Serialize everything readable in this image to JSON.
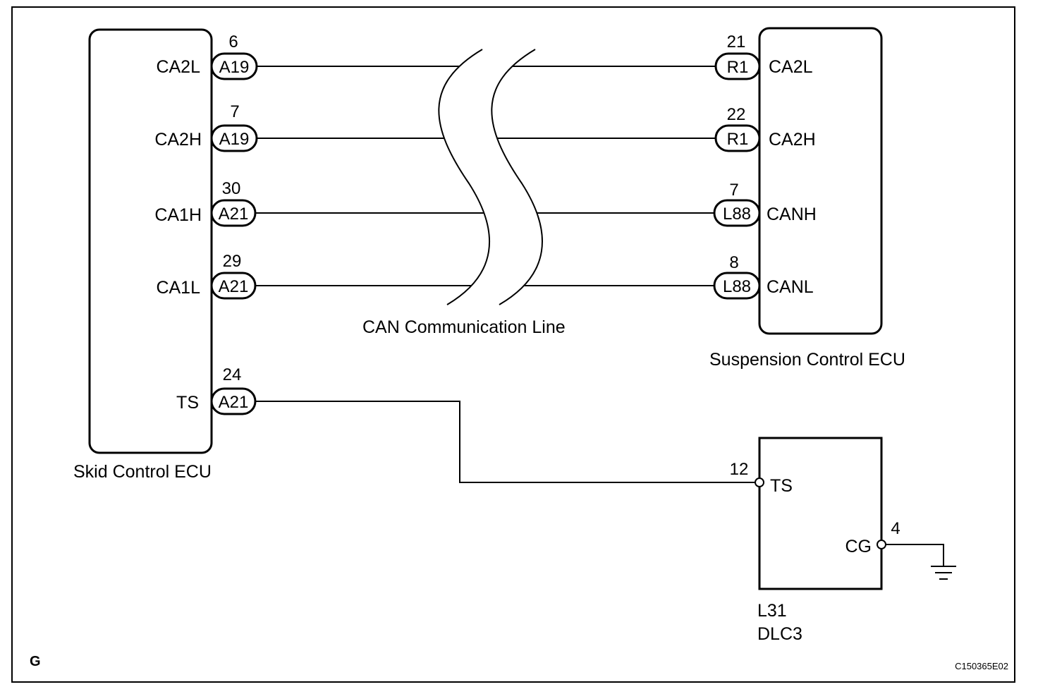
{
  "diagram": {
    "corner_mark": "G",
    "figure_code": "C150365E02",
    "can_line_label": "CAN Communication Line",
    "skid_ecu": {
      "name": "Skid Control ECU",
      "terminals": [
        {
          "label": "CA2L",
          "pin": "6",
          "connector": "A19"
        },
        {
          "label": "CA2H",
          "pin": "7",
          "connector": "A19"
        },
        {
          "label": "CA1H",
          "pin": "30",
          "connector": "A21"
        },
        {
          "label": "CA1L",
          "pin": "29",
          "connector": "A21"
        },
        {
          "label": "TS",
          "pin": "24",
          "connector": "A21"
        }
      ]
    },
    "suspension_ecu": {
      "name": "Suspension Control ECU",
      "terminals": [
        {
          "label": "CA2L",
          "pin": "21",
          "connector": "R1"
        },
        {
          "label": "CA2H",
          "pin": "22",
          "connector": "R1"
        },
        {
          "label": "CANH",
          "pin": "7",
          "connector": "L88"
        },
        {
          "label": "CANL",
          "pin": "8",
          "connector": "L88"
        }
      ]
    },
    "dlc3": {
      "connector": "L31",
      "name": "DLC3",
      "terminals": [
        {
          "label": "TS",
          "pin": "12"
        },
        {
          "label": "CG",
          "pin": "4"
        }
      ]
    }
  }
}
